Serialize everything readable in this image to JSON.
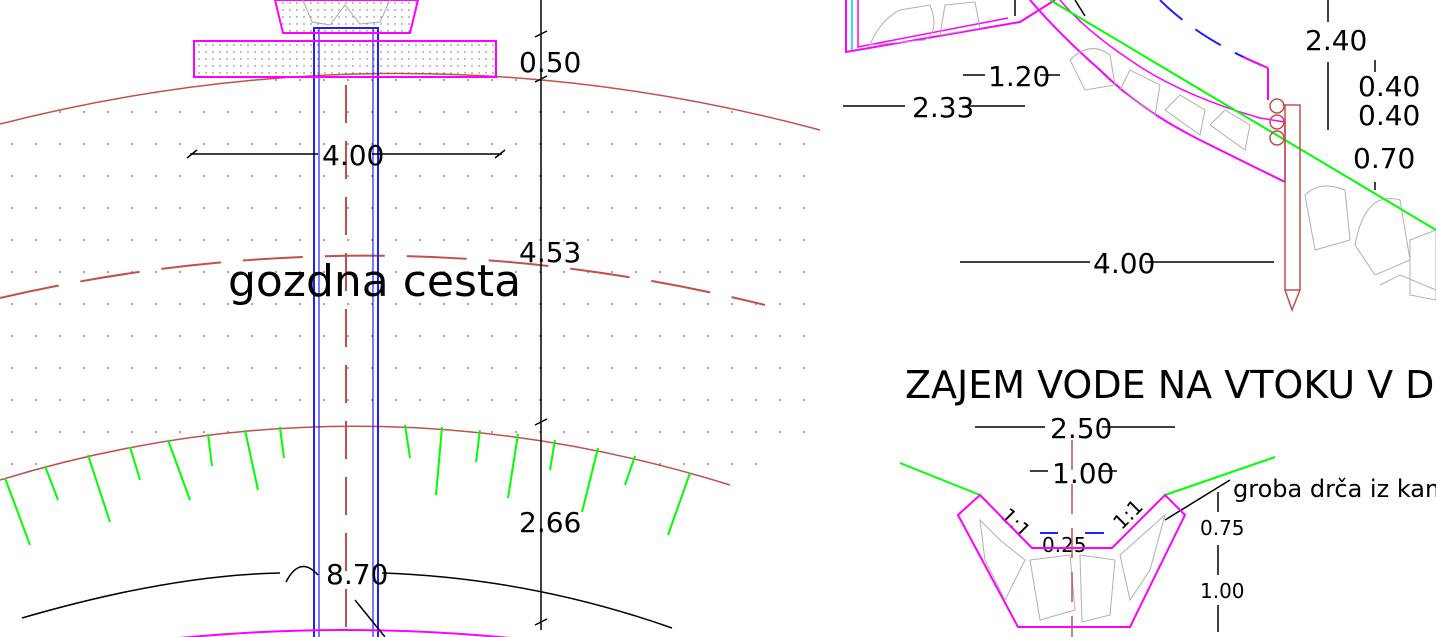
{
  "plan": {
    "road_label": "gozdna cesta",
    "dims": {
      "top_offset": "0.50",
      "road_width": "4.00",
      "road_depth": "4.53",
      "lower_depth": "2.66",
      "arc_length": "8.70"
    }
  },
  "section_upper": {
    "dims": {
      "d_120": "1.20",
      "d_233": "2.33",
      "d_240": "2.40",
      "d_040a": "0.40",
      "d_040b": "0.40",
      "d_070": "0.70",
      "d_400": "4.00"
    }
  },
  "section_lower": {
    "title": "ZAJEM VODE NA VTOKU V DRČO PREF",
    "dims": {
      "top_width": "2.50",
      "bottom_width": "1.00",
      "slope_left": "1:1",
      "slope_right": "1:1",
      "inner": "0.25",
      "h_075": "0.75",
      "h_100": "1.00"
    },
    "note": "groba drča iz kamn"
  },
  "colors": {
    "magenta": "#ff00ff",
    "road_edge": "#c0504d",
    "green": "#00ff00",
    "blue": "#2020ff",
    "stone": "#b0b0b0"
  }
}
